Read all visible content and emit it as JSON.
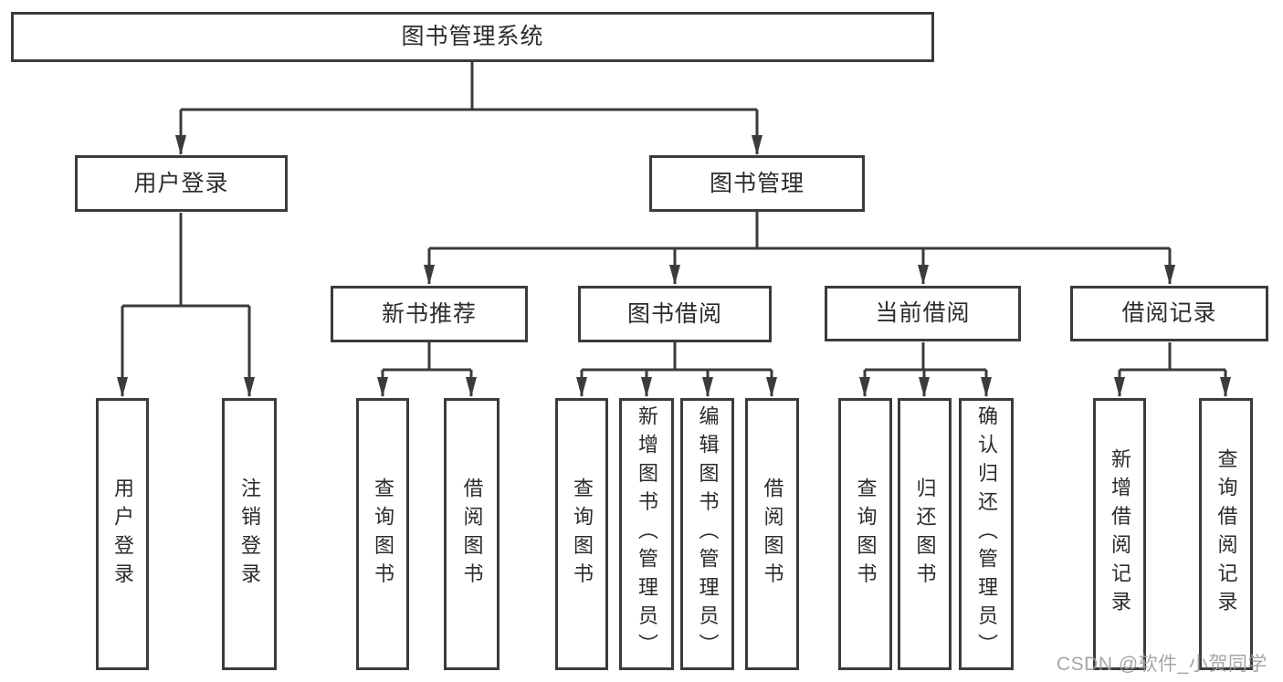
{
  "tree": {
    "label": "图书管理系统",
    "children": [
      {
        "label": "用户登录",
        "children": [
          {
            "label": "用户登录"
          },
          {
            "label": "注销登录"
          }
        ]
      },
      {
        "label": "图书管理",
        "children": [
          {
            "label": "新书推荐",
            "children": [
              {
                "label": "查询图书"
              },
              {
                "label": "借阅图书"
              }
            ]
          },
          {
            "label": "图书借阅",
            "children": [
              {
                "label": "查询图书"
              },
              {
                "label": "新增图书（管理员）"
              },
              {
                "label": "编辑图书（管理员）"
              },
              {
                "label": "借阅图书"
              }
            ]
          },
          {
            "label": "当前借阅",
            "children": [
              {
                "label": "查询图书"
              },
              {
                "label": "归还图书"
              },
              {
                "label": "确认归还（管理员）"
              }
            ]
          },
          {
            "label": "借阅记录",
            "children": [
              {
                "label": "新增借阅记录"
              },
              {
                "label": "查询借阅记录"
              }
            ]
          }
        ]
      }
    ]
  },
  "watermark": {
    "text": "CSDN @软件_小贺同学"
  },
  "colors": {
    "line": "#3b3b3d",
    "box_border": "#3b3b3d",
    "box_fill": "#ffffff",
    "text": "#2b2b30",
    "watermark": "#9e9e9e",
    "background": "#ffffff"
  }
}
